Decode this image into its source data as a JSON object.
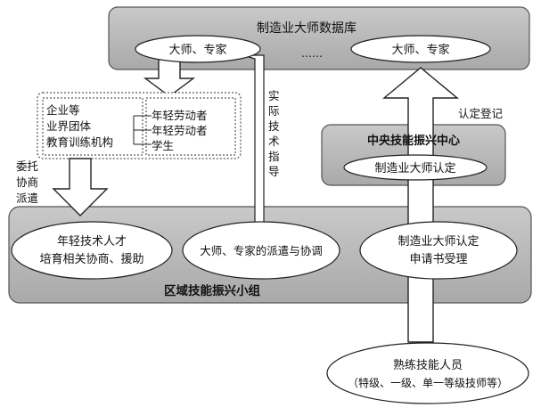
{
  "database": {
    "title": "制造业大师数据库",
    "left_ellipse": "大师、专家",
    "dots": "……",
    "right_ellipse": "大师、专家"
  },
  "org_box": {
    "left_lines": [
      "企业等",
      "业界团体",
      "教育训练机构"
    ],
    "right_lines": [
      "年轻劳动者",
      "年轻劳动者",
      "学生"
    ]
  },
  "side_label_lines": [
    "委托",
    "协商",
    "派遣"
  ],
  "practice_label_lines": [
    "实",
    "际",
    "技",
    "术",
    "指",
    "导"
  ],
  "certify_register": "认定登记",
  "central_center": {
    "title": "中央技能振兴中心",
    "ellipse": "制造业大师认定"
  },
  "regional_group": {
    "label": "区域技能振兴小组",
    "ellipse_left_lines": [
      "年轻技术人才",
      "培育相关协商、援助"
    ],
    "ellipse_mid": "大师、专家的派遣与协调",
    "ellipse_right_lines": [
      "制造业大师认定",
      "申请书受理"
    ]
  },
  "skilled": {
    "line1": "熟练技能人员",
    "line2": "（特级、一级、单一等级技师等）"
  }
}
